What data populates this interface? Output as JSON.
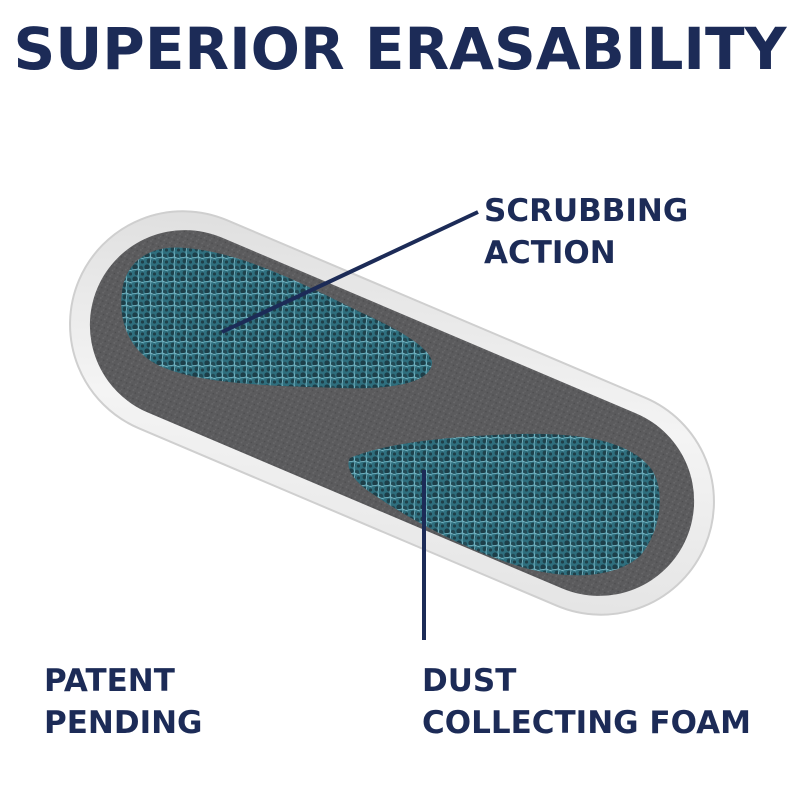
{
  "headline": "SUPERIOR ERASABILITY",
  "callouts": {
    "scrubbing": {
      "line1": "SCRUBBING",
      "line2": "ACTION"
    },
    "patent": {
      "line1": "PATENT",
      "line2": "PENDING"
    },
    "dust": {
      "line1": "DUST",
      "line2": "COLLECTING FOAM"
    }
  },
  "colors": {
    "navy": "#1c2b57",
    "felt": "#5a5a5c",
    "foam": "#3f8797",
    "shell": "#eeeeee"
  }
}
